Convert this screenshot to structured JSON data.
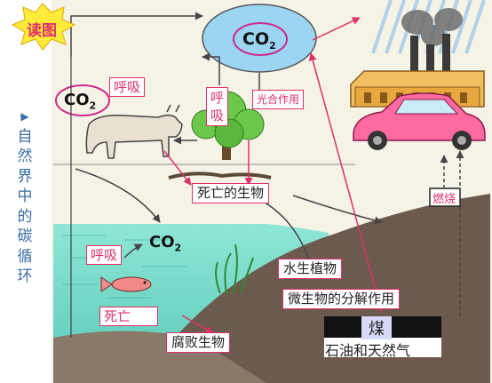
{
  "badge": {
    "text": "读图"
  },
  "sidebar": {
    "title_chars": [
      "自",
      "然",
      "界",
      "中",
      "的",
      "碳",
      "循",
      "环"
    ]
  },
  "labels": {
    "co2_top": "CO",
    "co2_left": "CO",
    "co2_water": "CO",
    "subscript": "2",
    "respiration_left": "呼吸",
    "respiration_plant": "呼\n吸",
    "photosynthesis": "光合作用",
    "dead_organisms": "死亡的生物",
    "respiration_water": "呼吸",
    "aquatic_plants": "水生植物",
    "decomposition": "微生物的分解作用",
    "death": "死亡",
    "decaying_organisms": "腐败生物",
    "coal": "煤",
    "oil_gas": "石油和天然气",
    "combustion": "燃烧"
  },
  "colors": {
    "accent": "#e0306a",
    "background": "#f5f2e6",
    "water": "#8fe6d6",
    "soil": "#6b5a4d",
    "cloud": "#9bd5f2",
    "badge": "#ffec3a",
    "car": "#ff6aa0"
  }
}
